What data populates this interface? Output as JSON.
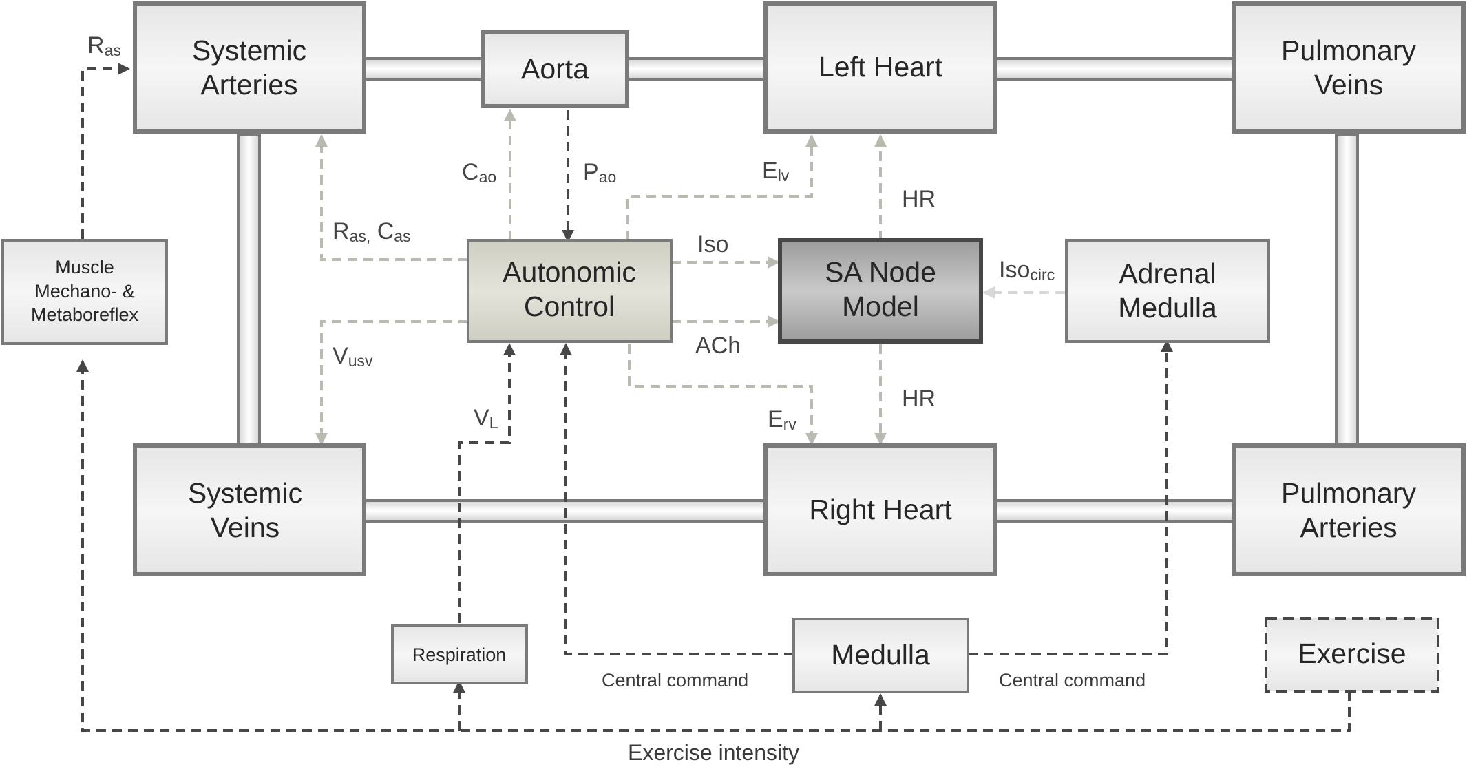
{
  "boxes": {
    "systemic_arteries": [
      "Systemic",
      "Arteries"
    ],
    "aorta": [
      "Aorta"
    ],
    "left_heart": [
      "Left Heart"
    ],
    "pulmonary_veins": [
      "Pulmonary",
      "Veins"
    ],
    "muscle": [
      "Muscle",
      "Mechano- &",
      "Metaboreflex"
    ],
    "autonomic_control": [
      "Autonomic",
      "Control"
    ],
    "sa_node": [
      "SA Node",
      "Model"
    ],
    "adrenal_medulla": [
      "Adrenal",
      "Medulla"
    ],
    "systemic_veins": [
      "Systemic",
      "Veins"
    ],
    "right_heart": [
      "Right Heart"
    ],
    "pulmonary_arteries": [
      "Pulmonary",
      "Arteries"
    ],
    "respiration": [
      "Respiration"
    ],
    "medulla": [
      "Medulla"
    ],
    "exercise": [
      "Exercise"
    ]
  },
  "labels": {
    "ras_main": "R",
    "ras_sub": "as",
    "cao_main": "C",
    "cao_sub": "ao",
    "pao_main": "P",
    "pao_sub": "ao",
    "elv_main": "E",
    "elv_sub": "lv",
    "hr_top": "HR",
    "ras_cas_main1": "R",
    "ras_cas_sub1": "as,",
    "ras_cas_main2": " C",
    "ras_cas_sub2": "as",
    "iso": "Iso",
    "iso_circ_main": "Iso",
    "iso_circ_sub": "circ",
    "ach": "ACh",
    "vusv_main": "V",
    "vusv_sub": "usv",
    "vl_main": "V",
    "vl_sub": "L",
    "erv_main": "E",
    "erv_sub": "rv",
    "hr_bottom": "HR",
    "central_command_left": "Central command",
    "central_command_right": "Central command",
    "exercise_intensity": "Exercise intensity"
  },
  "colors": {
    "box_fill": "#efefef",
    "box_stroke": "#7a7a7a",
    "autonomic_fill": "#d6d5ca",
    "sa_node_fill": "#a9a9a9",
    "dark_arrow": "#474747",
    "light_arrow": "#b9bab0",
    "vessel_stroke": "#7a7a7a"
  }
}
